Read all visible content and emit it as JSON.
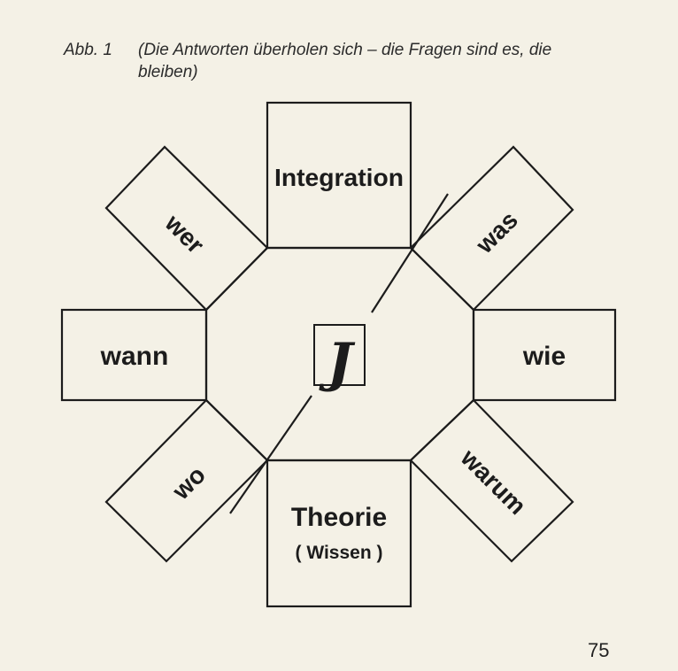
{
  "caption": {
    "label": "Abb. 1",
    "text": "(Die Antworten überholen sich – die Fragen sind es, die bleiben)"
  },
  "diagram": {
    "top": "Integration",
    "bottom_title": "Theorie",
    "bottom_sub": "( Wissen )",
    "left": "wann",
    "right": "wie",
    "top_left": "wer",
    "top_right": "was",
    "bottom_left": "wo",
    "bottom_right": "warum",
    "center_symbol": "J"
  },
  "page_number": "75",
  "colors": {
    "paper": "#f4f1e6",
    "ink": "#1c1c1c"
  }
}
